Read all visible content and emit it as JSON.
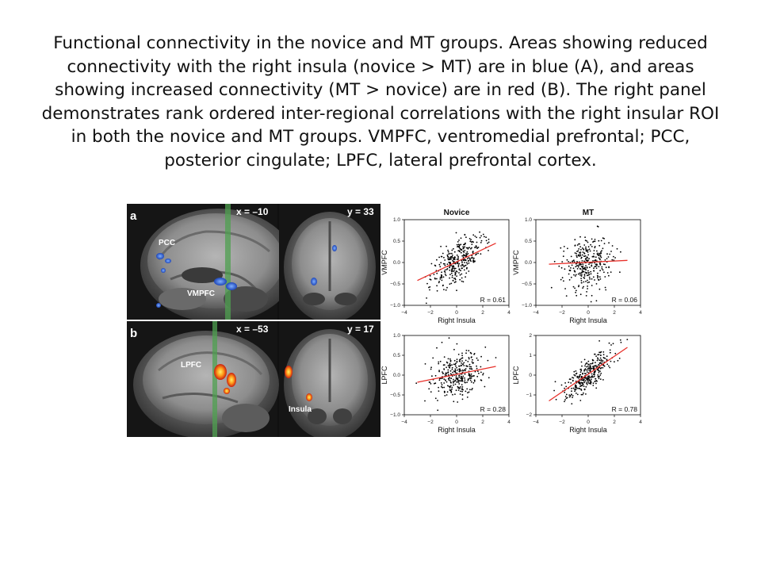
{
  "caption": "Functional connectivity in the novice and MT groups. Areas showing reduced connectivity with the right insula (novice > MT) are in blue (A), and areas showing increased connectivity (MT > novice) are in red (B). The right panel demonstrates rank ordered inter-regional correlations with the right insular ROI in both the novice and MT groups. VMPFC, ventromedial prefrontal; PCC, posterior cingulate; LPFC, lateral prefrontal cortex.",
  "brain_panel": {
    "row_a": {
      "letter": "a",
      "sagittal_coord": "x = –10",
      "coronal_coord": "y = 33",
      "labels": [
        "PCC",
        "VMPFC"
      ]
    },
    "row_b": {
      "letter": "b",
      "sagittal_coord": "x = –53",
      "coronal_coord": "y = 17",
      "labels": [
        "LPFC",
        "Insula"
      ]
    }
  },
  "colors": {
    "scatter_point": "#000000",
    "fit_line": "#e8302a",
    "reduced": "#2f5fd6",
    "increased": "#ff9a1a"
  },
  "chart_data": [
    {
      "type": "scatter",
      "title": "Novice",
      "xlabel": "Right Insula",
      "ylabel": "VMPFC",
      "xlim": [
        -4,
        4
      ],
      "ylim": [
        -1.0,
        1.0
      ],
      "xticks": [
        "−4",
        "−2",
        "0",
        "2",
        "4"
      ],
      "yticks": [
        "1.0",
        "0.5",
        "0.0",
        "−0.5",
        "−1.0"
      ],
      "r_label": "R = 0.61",
      "r": 0.61,
      "fit": {
        "x": [
          -3.0,
          3.0
        ],
        "y": [
          -0.42,
          0.45
        ]
      }
    },
    {
      "type": "scatter",
      "title": "MT",
      "xlabel": "Right Insula",
      "ylabel": "VMPFC",
      "xlim": [
        -4,
        4
      ],
      "ylim": [
        -1.0,
        1.0
      ],
      "xticks": [
        "−4",
        "−2",
        "0",
        "2",
        "4"
      ],
      "yticks": [
        "1.0",
        "0.5",
        "0.0",
        "−0.5",
        "−1.0"
      ],
      "r_label": "R = 0.06",
      "r": 0.06,
      "fit": {
        "x": [
          -3.0,
          3.0
        ],
        "y": [
          -0.04,
          0.05
        ]
      }
    },
    {
      "type": "scatter",
      "title": "",
      "xlabel": "Right Insula",
      "ylabel": "LPFC",
      "xlim": [
        -4,
        4
      ],
      "ylim": [
        -1.0,
        1.0
      ],
      "xticks": [
        "−4",
        "−2",
        "0",
        "2",
        "4"
      ],
      "yticks": [
        "1.0",
        "0.5",
        "0.0",
        "−0.5",
        "−1.0"
      ],
      "r_label": "R = 0.28",
      "r": 0.28,
      "fit": {
        "x": [
          -3.0,
          3.0
        ],
        "y": [
          -0.18,
          0.22
        ]
      }
    },
    {
      "type": "scatter",
      "title": "",
      "xlabel": "Right Insula",
      "ylabel": "LPFC",
      "xlim": [
        -4,
        4
      ],
      "ylim": [
        -2,
        2
      ],
      "xticks": [
        "−4",
        "−2",
        "0",
        "2",
        "4"
      ],
      "yticks": [
        "2",
        "1",
        "0",
        "−1",
        "−2"
      ],
      "r_label": "R = 0.78",
      "r": 0.78,
      "fit": {
        "x": [
          -3.0,
          3.0
        ],
        "y": [
          -1.3,
          1.4
        ]
      }
    }
  ]
}
